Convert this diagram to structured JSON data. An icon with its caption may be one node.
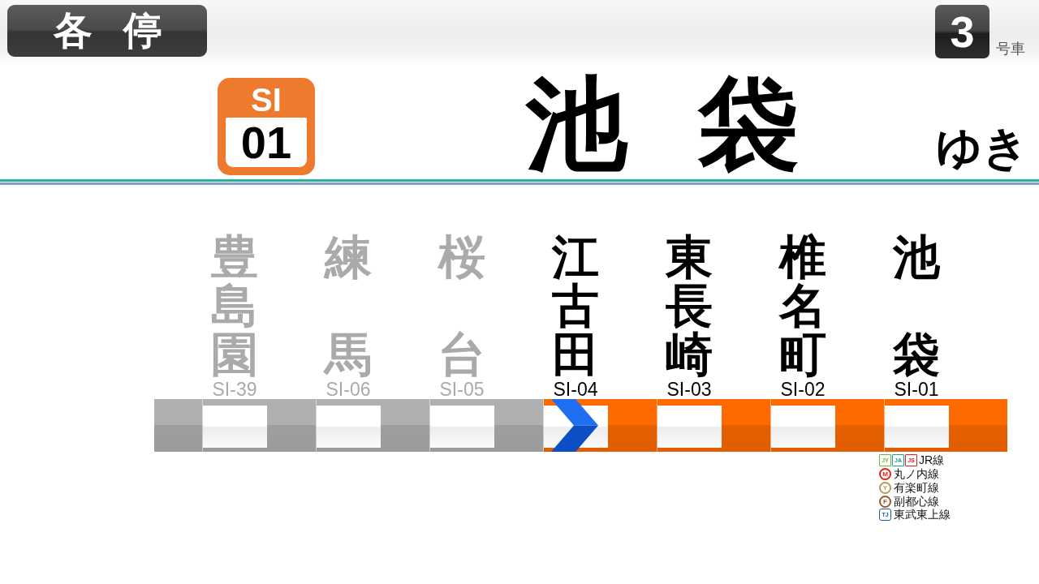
{
  "diagram": {
    "nodes": [
      {
        "text": [
          "各停"
        ]
      },
      {
        "text": [
          "3"
        ],
        "beside": [
          "号車"
        ]
      },
      {
        "text": [
          "SI",
          "01"
        ]
      },
      {
        "text": [
          "豊島園",
          "SI-39"
        ]
      },
      {
        "text": [
          "練馬",
          "SI-06"
        ]
      },
      {
        "text": [
          "桜台",
          "SI-05"
        ]
      },
      {
        "text": [
          "江古田",
          "SI-04"
        ]
      },
      {
        "text": [
          "東長崎",
          "SI-03"
        ]
      },
      {
        "text": [
          "椎名町",
          "SI-02"
        ]
      },
      {
        "text": [
          "池袋",
          "SI-01"
        ]
      },
      {
        "text": [
          "JY"
        ]
      },
      {
        "text": [
          "JA"
        ]
      },
      {
        "text": [
          "JS"
        ],
        "beside": [
          "JR線"
        ]
      },
      {
        "text": [
          "M"
        ],
        "beside": [
          "丸ノ内線"
        ]
      },
      {
        "text": [
          "Y"
        ],
        "beside": [
          "有楽町線"
        ]
      },
      {
        "text": [
          "F"
        ],
        "beside": [
          "副都心線"
        ]
      },
      {
        "text": [
          "TJ"
        ],
        "beside": [
          "東武東上線"
        ]
      }
    ],
    "edges": [
      {
        "from": 3,
        "to": 4,
        "arrow": "none",
        "color": "#b0b0b0"
      },
      {
        "from": 4,
        "to": 5,
        "arrow": "none",
        "color": "#b0b0b0"
      },
      {
        "from": 5,
        "to": 6,
        "arrow": "none",
        "color": "#b0b0b0"
      },
      {
        "from": 6,
        "to": 7,
        "arrow": "none",
        "color": "#ff6a00"
      },
      {
        "from": 7,
        "to": 8,
        "arrow": "none",
        "color": "#ff6a00"
      },
      {
        "from": 8,
        "to": 9,
        "arrow": "none",
        "color": "#ff6a00"
      }
    ],
    "labels": [
      "池袋",
      "ゆき"
    ]
  }
}
